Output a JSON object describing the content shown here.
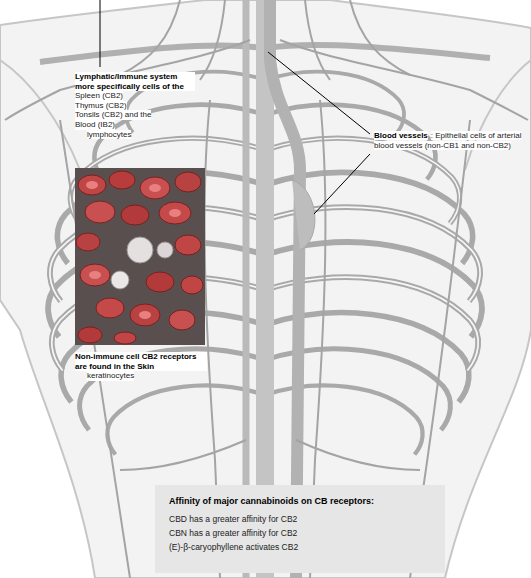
{
  "diagram": {
    "nodes": [
      {
        "text": [
          "Affinity of major cannabinoids on CB receptors:",
          "CBD has a greater affinity for CB2",
          "CBN has a greater affinity for CB2",
          "(E)-β-caryophyllene activates CB2"
        ]
      }
    ],
    "labels": [
      "Lymphatic/Immune system more specifically cells of the",
      "Spleen (CB2)",
      "Thymus (CB2)",
      "Tonsils (CB2) and the",
      "Blood (IB2)",
      "lymphocytes",
      "Blood vessels",
      ": Epithelial cells of arterial blood vessels (non-CB1 and non-CB2)",
      "Non-immune cell CB2 receptors are found in the Skin",
      "keratinocytes"
    ]
  }
}
